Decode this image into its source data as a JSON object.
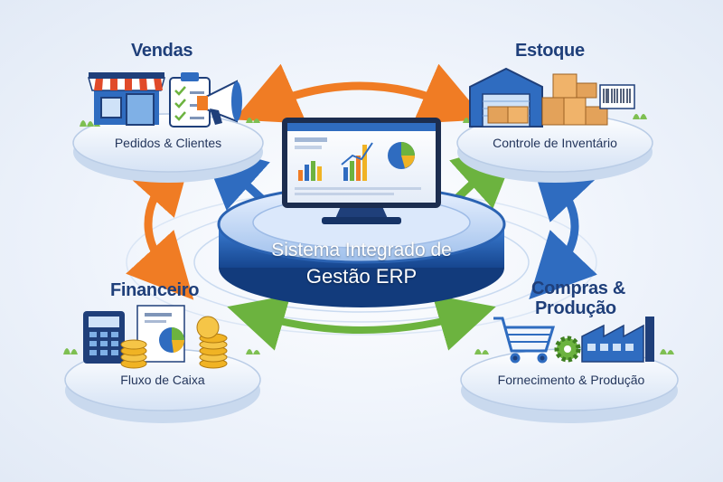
{
  "center": {
    "line1": "Sistema Integrado de",
    "line2": "Gestão ERP"
  },
  "modules": {
    "vendas": {
      "title": "Vendas",
      "caption": "Pedidos & Clientes"
    },
    "estoque": {
      "title": "Estoque",
      "caption": "Controle de Inventário"
    },
    "financeiro": {
      "title": "Financeiro",
      "caption": "Fluxo de Caixa"
    },
    "compras": {
      "title_line1": "Compras &",
      "title_line2": "Produção",
      "caption": "Fornecimento & Produção"
    }
  },
  "colors": {
    "orange": "#f07c24",
    "blue": "#2f6cc0",
    "green": "#6cb33f",
    "navy": "#1f3f7a"
  },
  "icons": [
    "storefront-icon",
    "clipboard-checklist-icon",
    "megaphone-icon",
    "warehouse-icon",
    "boxes-icon",
    "barcode-label-icon",
    "monitor-dashboard-icon",
    "calculator-icon",
    "invoice-chart-icon",
    "coin-stacks-icon",
    "shopping-cart-icon",
    "gear-icon",
    "factory-icon"
  ]
}
